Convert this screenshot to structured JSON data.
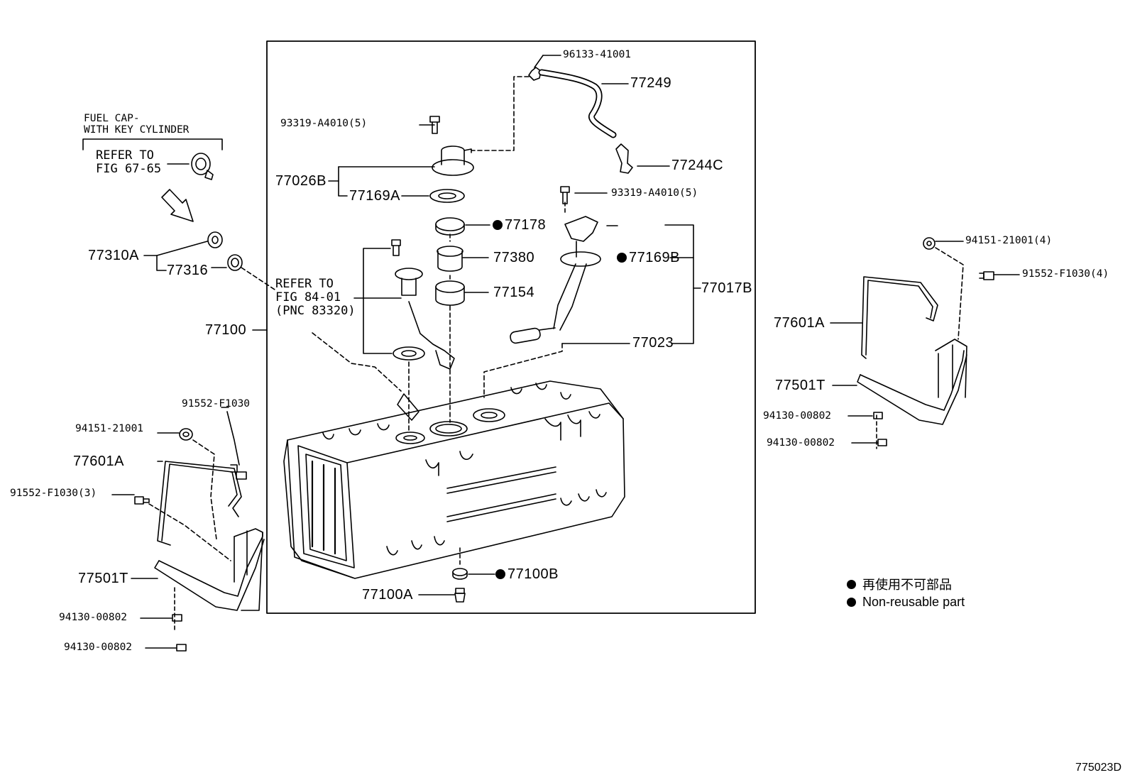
{
  "diagram": {
    "figure_id": "775023D",
    "labels": {
      "fuel_cap_line1": "FUEL CAP-",
      "fuel_cap_line2": "WITH KEY CYLINDER",
      "refer_to_a": "REFER TO",
      "fig_67_65": "FIG 67-65",
      "refer_to_b": "REFER TO",
      "fig_84_01": "FIG 84-01",
      "pnc_83320": "(PNC 83320)",
      "p96133_41001": "96133-41001",
      "p77249": "77249",
      "p93319_a4010_top": "93319-A4010(5)",
      "p77244c": "77244C",
      "p77026b": "77026B",
      "p77169a": "77169A",
      "p93319_a4010_mid": "93319-A4010(5)",
      "p77178": "77178",
      "p77380": "77380",
      "p77169b": "77169B",
      "p77154": "77154",
      "p77017b": "77017B",
      "p77023": "77023",
      "p77310a": "77310A",
      "p77316": "77316",
      "p77100": "77100",
      "p77100b": "77100B",
      "p77100a": "77100A",
      "l91552_f1030": "91552-F1030",
      "l94151_21001": "94151-21001",
      "l77601a": "77601A",
      "l91552_f1030_3": "91552-F1030(3)",
      "l77501t": "77501T",
      "l94130_00802_a": "94130-00802",
      "l94130_00802_b": "94130-00802",
      "r94151_21001_4": "94151-21001(4)",
      "r91552_f1030_4": "91552-F1030(4)",
      "r77601a": "77601A",
      "r77501t": "77501T",
      "r94130_00802_a": "94130-00802",
      "r94130_00802_b": "94130-00802"
    },
    "non_reusable_parts": [
      "77178",
      "77169B",
      "77100B"
    ]
  },
  "legend": {
    "row1": "再使用不可部品",
    "row2": "Non-reusable part"
  }
}
